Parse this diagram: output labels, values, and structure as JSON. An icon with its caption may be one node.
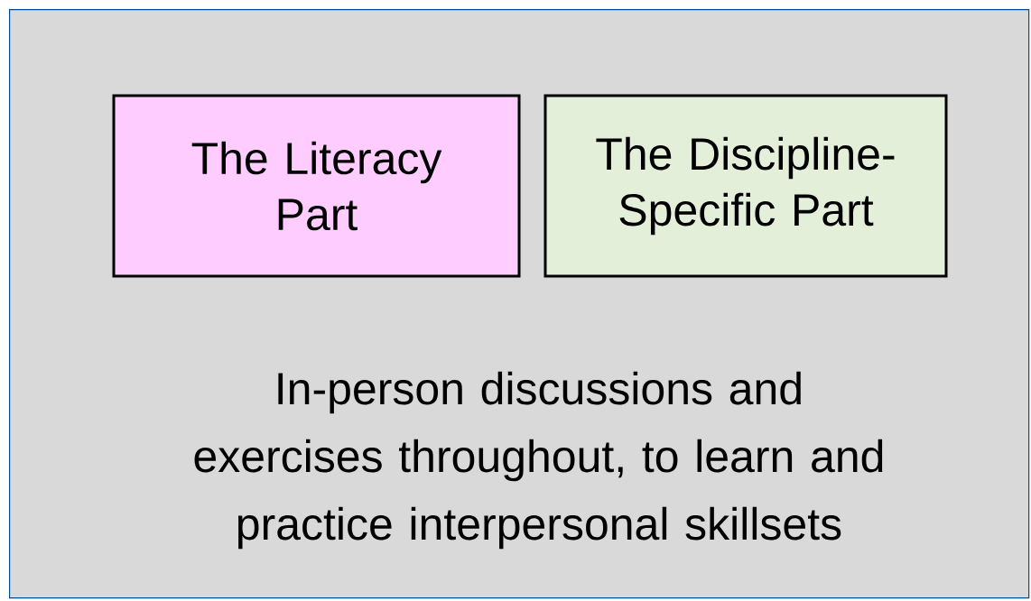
{
  "diagram": {
    "nodes": [
      {
        "text": [
          "In-person discussions and exercises throughout, to learn and practice interpersonal skillsets"
        ]
      },
      {
        "text": [
          "The Literacy Part"
        ],
        "in": 0
      },
      {
        "text": [
          "The Discipline-Specific Part"
        ],
        "in": 0
      }
    ]
  }
}
